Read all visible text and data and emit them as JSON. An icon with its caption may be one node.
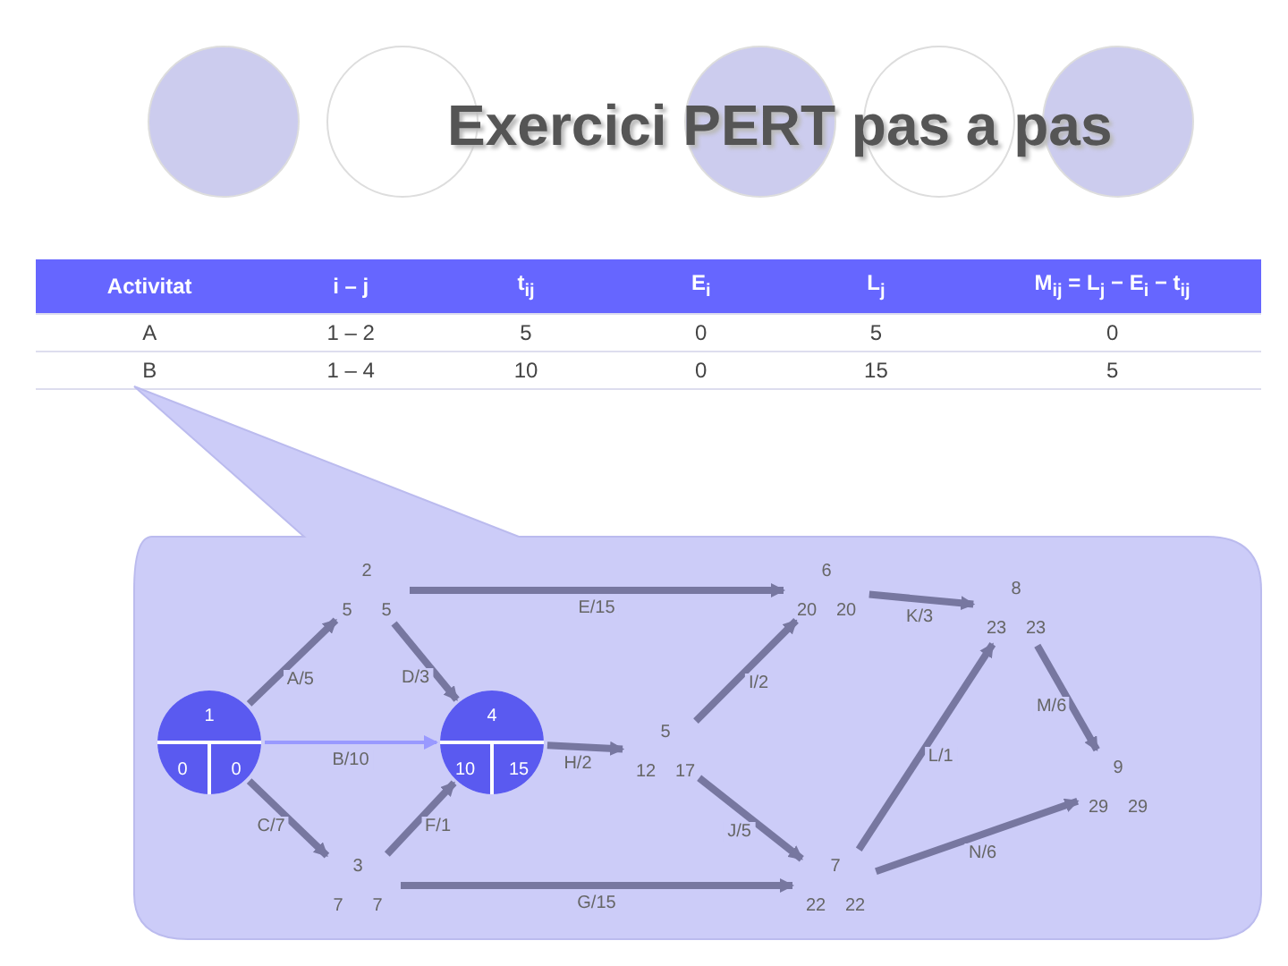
{
  "diagram": {
    "title": "Exercici PERT pas a pas",
    "nodes": [
      {
        "text": [],
        "shape": "callout"
      },
      {
        "text": [
          "1",
          "0",
          "0"
        ],
        "in": 0
      },
      {
        "text": [
          "2",
          "5",
          "5"
        ],
        "in": 0
      },
      {
        "text": [
          "3",
          "7",
          "7"
        ],
        "in": 0
      },
      {
        "text": [
          "4",
          "10",
          "15"
        ],
        "in": 0
      },
      {
        "text": [
          "5",
          "12",
          "17"
        ],
        "in": 0
      },
      {
        "text": [
          "6",
          "20",
          "20"
        ],
        "in": 0
      },
      {
        "text": [
          "7",
          "22",
          "22"
        ],
        "in": 0
      },
      {
        "text": [
          "8",
          "23",
          "23"
        ],
        "in": 0
      },
      {
        "text": [
          "9",
          "29",
          "29"
        ],
        "in": 0
      }
    ],
    "edges": [
      {
        "from": 1,
        "to": 2,
        "arrow": "to",
        "label": "A/5"
      },
      {
        "from": 1,
        "to": 4,
        "arrow": "to",
        "label": "B/10",
        "color": "#9999ff"
      },
      {
        "from": 1,
        "to": 3,
        "arrow": "to",
        "label": "C/7"
      },
      {
        "from": 2,
        "to": 4,
        "arrow": "to",
        "label": "D/3"
      },
      {
        "from": 2,
        "to": 6,
        "arrow": "to",
        "label": "E/15"
      },
      {
        "from": 3,
        "to": 4,
        "arrow": "to",
        "label": "F/1"
      },
      {
        "from": 3,
        "to": 7,
        "arrow": "to",
        "label": "G/15"
      },
      {
        "from": 4,
        "to": 5,
        "arrow": "to",
        "label": "H/2"
      },
      {
        "from": 5,
        "to": 6,
        "arrow": "to",
        "label": "I/2"
      },
      {
        "from": 5,
        "to": 7,
        "arrow": "to",
        "label": "J/5"
      },
      {
        "from": 6,
        "to": 8,
        "arrow": "to",
        "label": "K/3"
      },
      {
        "from": 7,
        "to": 8,
        "arrow": "to",
        "label": "L/1"
      },
      {
        "from": 8,
        "to": 9,
        "arrow": "to",
        "label": "M/6"
      },
      {
        "from": 7,
        "to": 9,
        "arrow": "to",
        "label": "N/6"
      }
    ],
    "labels": [
      "Activitat",
      "i – j",
      "t$_{ij}$",
      "E$_{i}$",
      "L$_{j}$",
      "M$_{ij}$ = L$_{j}$ − E$_{i}$ − t$_{ij}$",
      "A",
      "1 – 2",
      "5",
      "0",
      "5",
      "0",
      "B",
      "1 – 4",
      "10",
      "0",
      "15",
      "5"
    ]
  }
}
